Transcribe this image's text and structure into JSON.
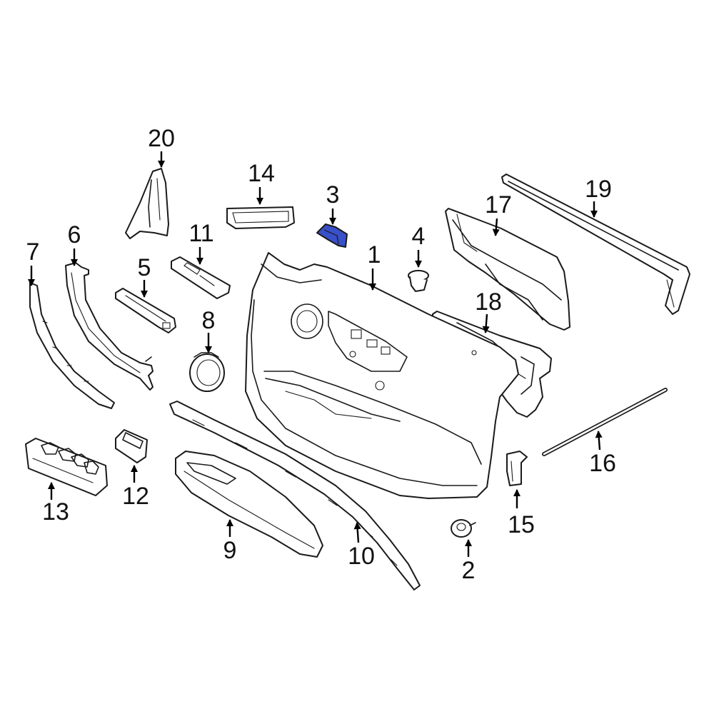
{
  "diagram": {
    "highlight_color": "#3850c8",
    "callouts": [
      {
        "id": "c1",
        "label": "1"
      },
      {
        "id": "c2",
        "label": "2"
      },
      {
        "id": "c3",
        "label": "3"
      },
      {
        "id": "c4",
        "label": "4"
      },
      {
        "id": "c5",
        "label": "5"
      },
      {
        "id": "c6",
        "label": "6"
      },
      {
        "id": "c7",
        "label": "7"
      },
      {
        "id": "c8",
        "label": "8"
      },
      {
        "id": "c9",
        "label": "9"
      },
      {
        "id": "c10",
        "label": "10"
      },
      {
        "id": "c11",
        "label": "11"
      },
      {
        "id": "c12",
        "label": "12"
      },
      {
        "id": "c13",
        "label": "13"
      },
      {
        "id": "c14",
        "label": "14"
      },
      {
        "id": "c15",
        "label": "15"
      },
      {
        "id": "c16",
        "label": "16"
      },
      {
        "id": "c17",
        "label": "17"
      },
      {
        "id": "c18",
        "label": "18"
      },
      {
        "id": "c19",
        "label": "19"
      },
      {
        "id": "c20",
        "label": "20"
      }
    ]
  }
}
